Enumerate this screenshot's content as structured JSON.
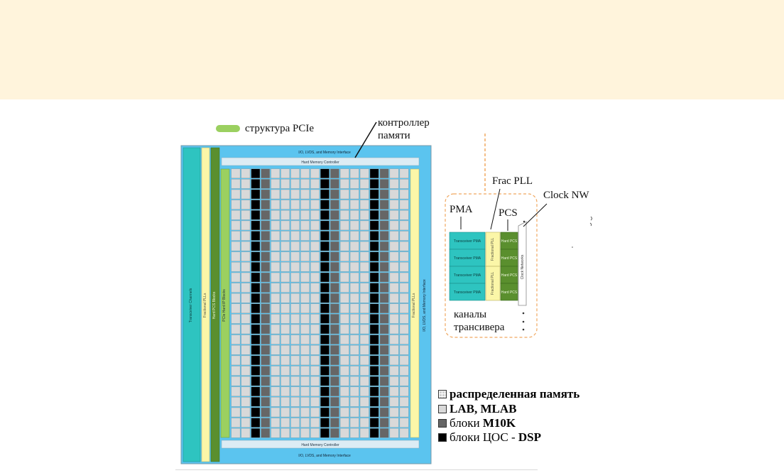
{
  "colors": {
    "banner": "#fff4dc",
    "io_blue": "#5bc4ef",
    "io_blue_light": "#d6ecf7",
    "transceiver_teal": "#2ec4c0",
    "fractional_pll_yellow": "#fbf6a8",
    "hard_pcs_green": "#5a8f2e",
    "pcie_green": "#9bd060",
    "lab_gray": "#d9d9d9",
    "m10k_gray": "#666666",
    "dsp_black": "#000000",
    "pll_orange": "#f0a860"
  },
  "chip": {
    "pcie_legend_label": "структура PCIe",
    "memory_controller_label_line1": "контроллер",
    "memory_controller_label_line2": "памяти",
    "top_io_bar": "I/O, LVDS, and Memory Interface",
    "bottom_io_bar": "I/O, LVDS, and Memory Interface",
    "top_mem_ctrl": "Hard Memory Controller",
    "bottom_mem_ctrl": "Hard Memory Controller",
    "left_col_transceiver": "Transceiver Channels",
    "left_col_pll": "Fractional PLLs",
    "left_col_pcs": "Hard PCS Blocks",
    "left_col_pcie": "PCIe Hard IP Blocks",
    "right_col_pll": "Fractional PLLs",
    "right_col_io": "I/O, LVDS, and Memory Interface"
  },
  "transceiver_detail": {
    "frac_pll_label": "Frac PLL",
    "clock_nw_label": "Clock NW",
    "pma_label": "PMA",
    "pcs_label": "PCS",
    "pma_cells": [
      "Transceiver PMA",
      "Transceiver PMA",
      "Transceiver PMA",
      "Transceiver PMA"
    ],
    "pll_cells": [
      "Fractional PLL",
      "Fractional PLL"
    ],
    "pcs_cells": [
      "Hard PCS",
      "Hard PCS",
      "Hard PCS",
      "Hard PCS"
    ],
    "clock_networks": "Clock Networks",
    "channels_line1": "каналы",
    "channels_line2": "трансивера"
  },
  "legend": {
    "distributed_memory": "распределенная память",
    "lab_mlab": "LAB, MLAB",
    "m10k_prefix": "блоки ",
    "m10k_bold": "M10K",
    "dsp_prefix": "блоки ЦОС - ",
    "dsp_bold": "DSP"
  }
}
